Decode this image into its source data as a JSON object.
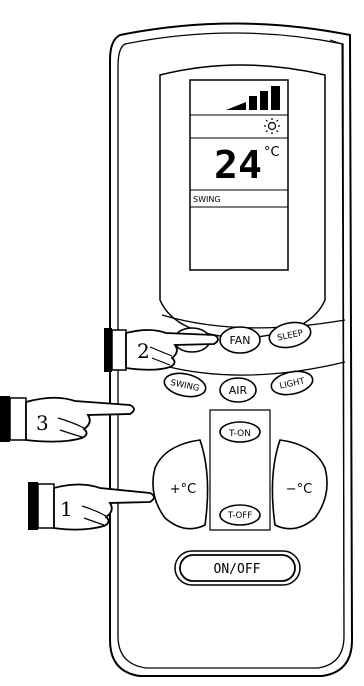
{
  "display": {
    "temperature": "24",
    "unit": "°C",
    "mode_label": "SWING",
    "mode_icon": "sun-icon",
    "fan_speed_icon": "fan-speed-bars-icon"
  },
  "buttons": {
    "fan": "FAN",
    "sleep": "SLEEP",
    "swing": "SWING",
    "air": "AIR",
    "light": "LIGHT",
    "t_on": "T-ON",
    "t_off": "T-OFF",
    "temp_up": "+°C",
    "temp_down": "−°C",
    "on_off": "ON/OFF"
  },
  "callouts": {
    "one": "1",
    "two": "2",
    "three": "3"
  },
  "colors": {
    "outline": "#000000",
    "background": "#ffffff"
  }
}
